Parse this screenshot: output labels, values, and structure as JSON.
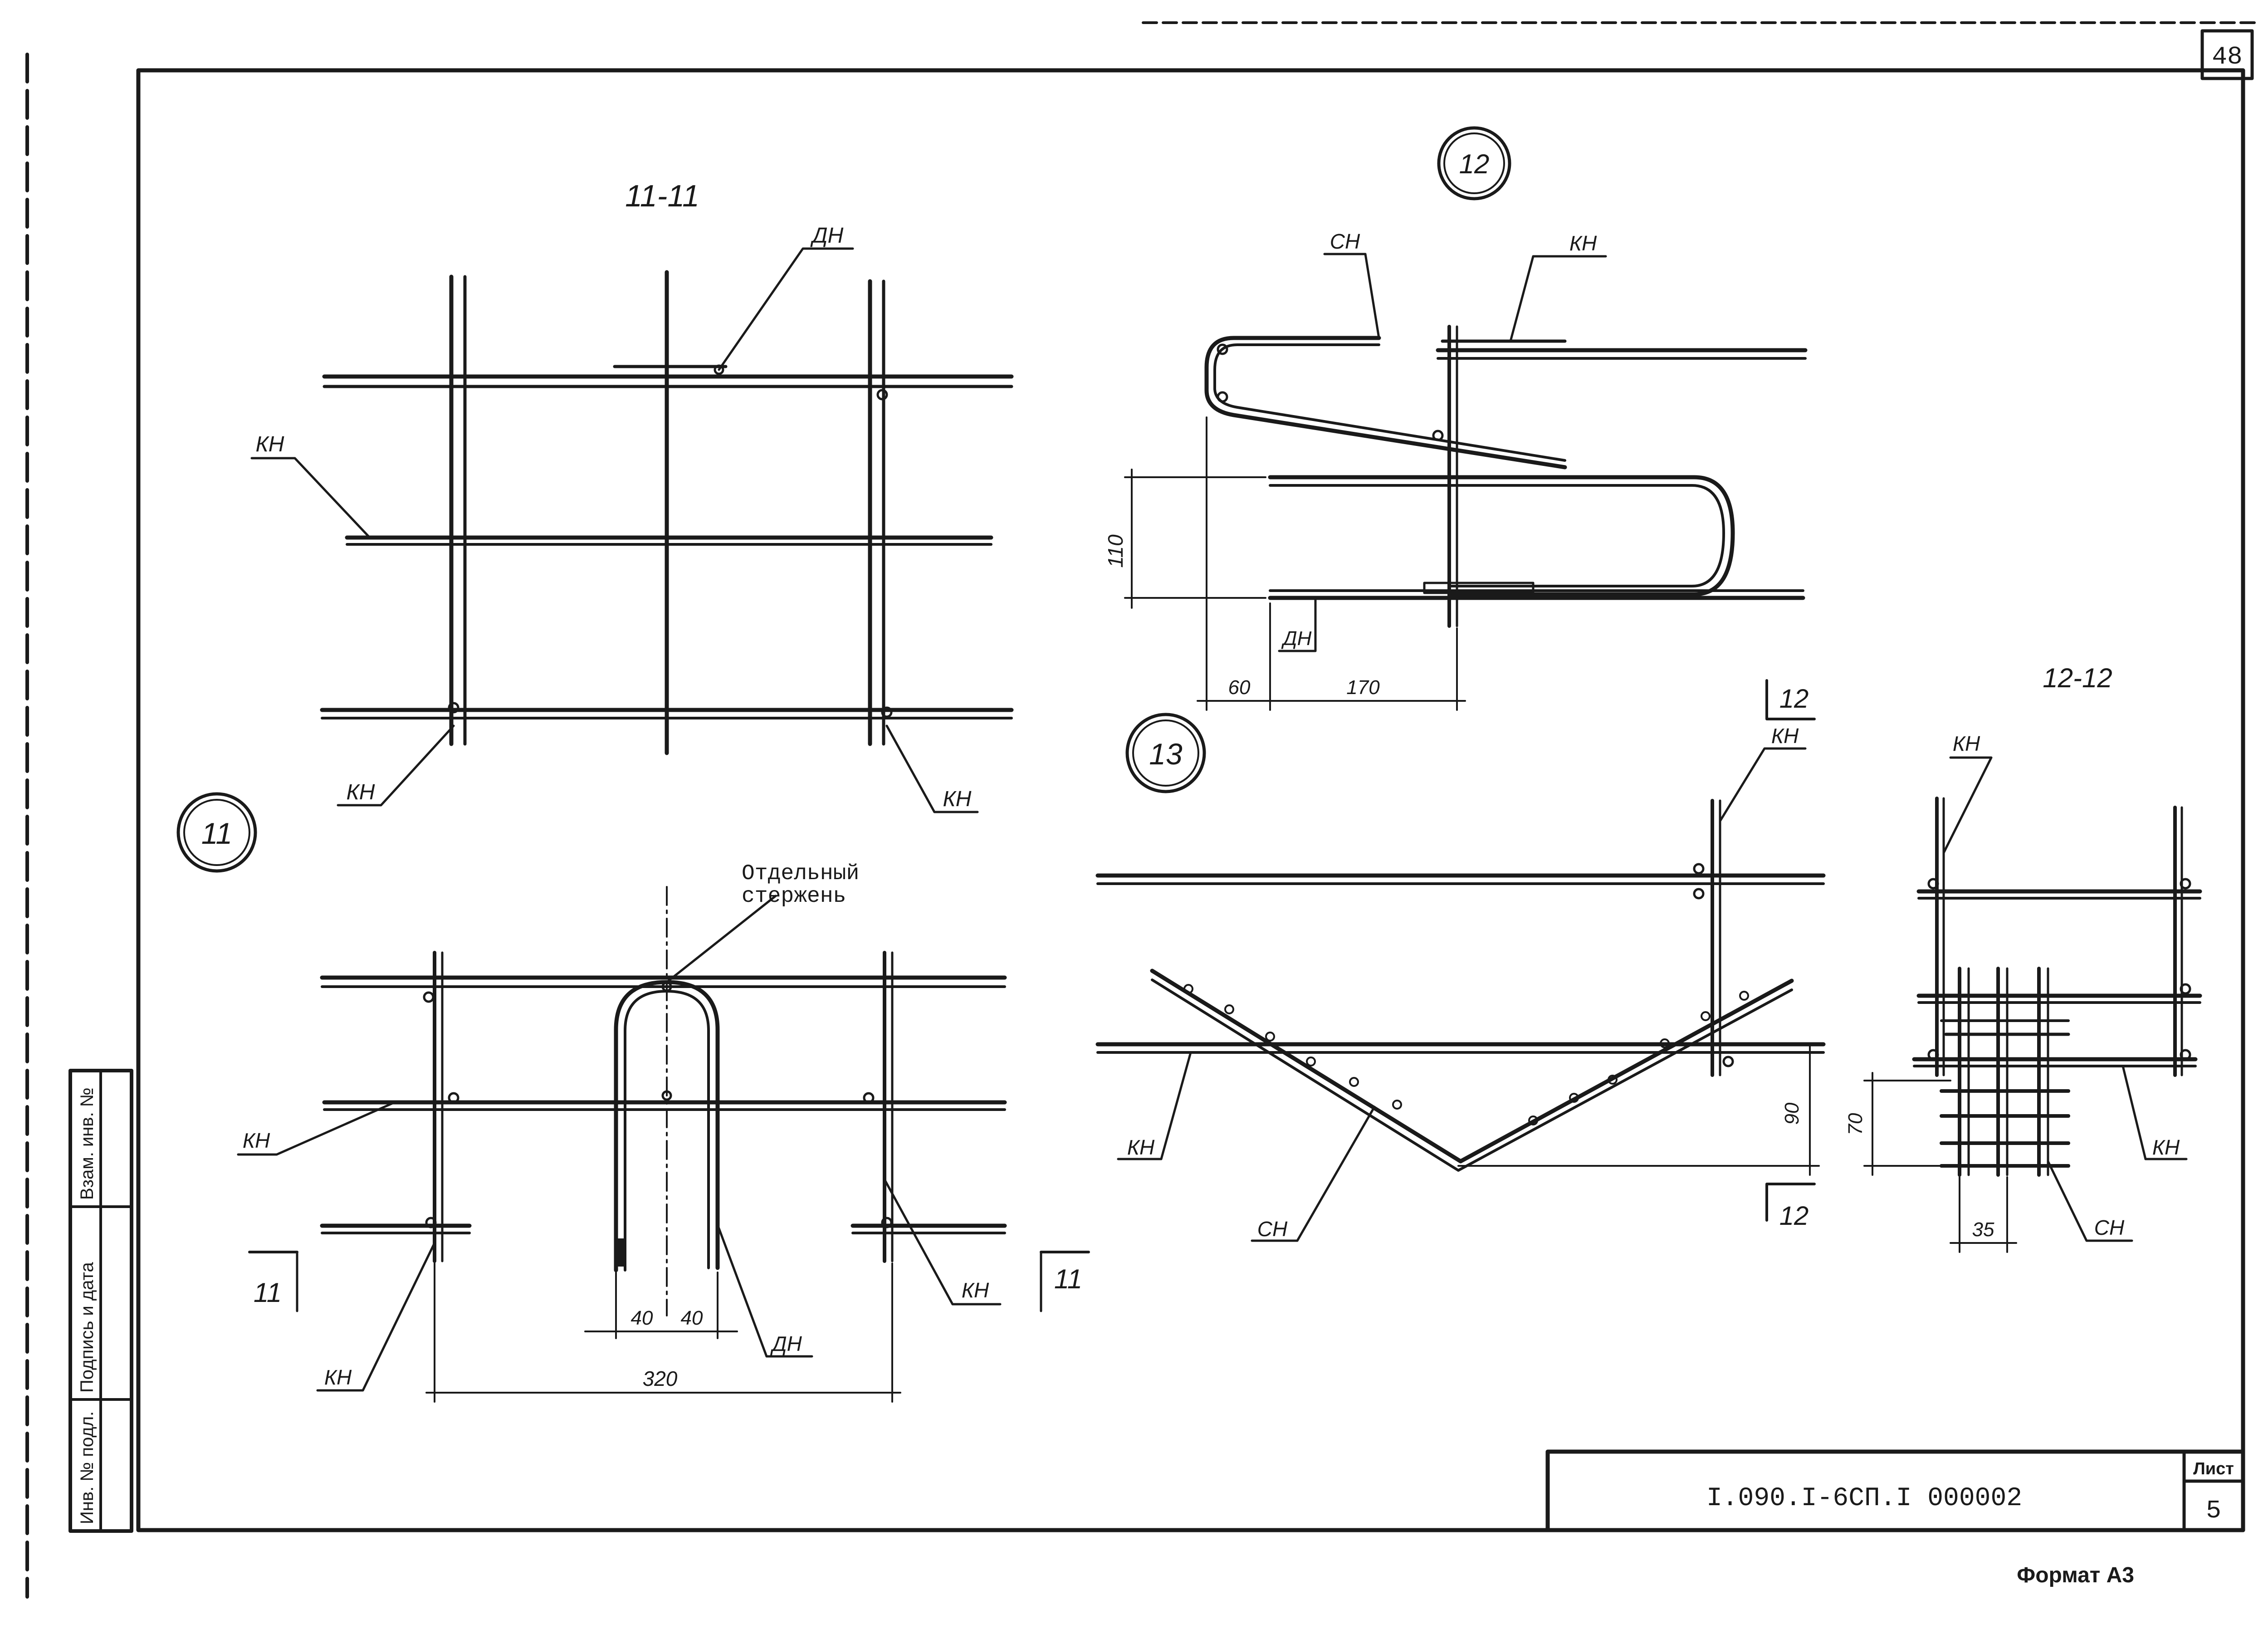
{
  "sheet": {
    "corner_number": "48",
    "document_code": "I.090.I-6СП.I  000002",
    "sheet_label": "Лист",
    "sheet_number": "5",
    "format_note": "Формат А3"
  },
  "stamp_side": {
    "col1": "Инв. № подл.",
    "col2": "Подпись и дата",
    "col3": "Взам. инв. №"
  },
  "view_11_11": {
    "title": "11-11",
    "label_dn": "ДН",
    "label_kn_left": "КН",
    "label_kn_bottom_left": "КН",
    "label_kn_bottom_right": "КН"
  },
  "view_12": {
    "callout": "12",
    "label_sn": "СН",
    "label_kn": "КН",
    "label_dn": "ДН",
    "dim_110": "110",
    "dim_60": "60",
    "dim_170": "170"
  },
  "view_11": {
    "callout": "11",
    "label_separate_1": "Отдельный",
    "label_separate_2": "стержень",
    "label_kn_left": "КН",
    "label_kn_bottom": "КН",
    "label_kn_right": "КН",
    "label_dn": "ДН",
    "dim_40a": "40",
    "dim_40b": "40",
    "dim_320": "320",
    "cut_left": "11",
    "cut_right": "11"
  },
  "view_13": {
    "callout": "13",
    "label_kn_top": "КН",
    "label_kn_left": "КН",
    "label_sn": "СН",
    "dim_90": "90",
    "cut_top": "12",
    "cut_bottom": "12"
  },
  "view_12_12": {
    "title": "12-12",
    "label_kn_top": "КН",
    "label_kn_right": "КН",
    "label_sn": "СН",
    "dim_70": "70",
    "dim_35": "35"
  }
}
